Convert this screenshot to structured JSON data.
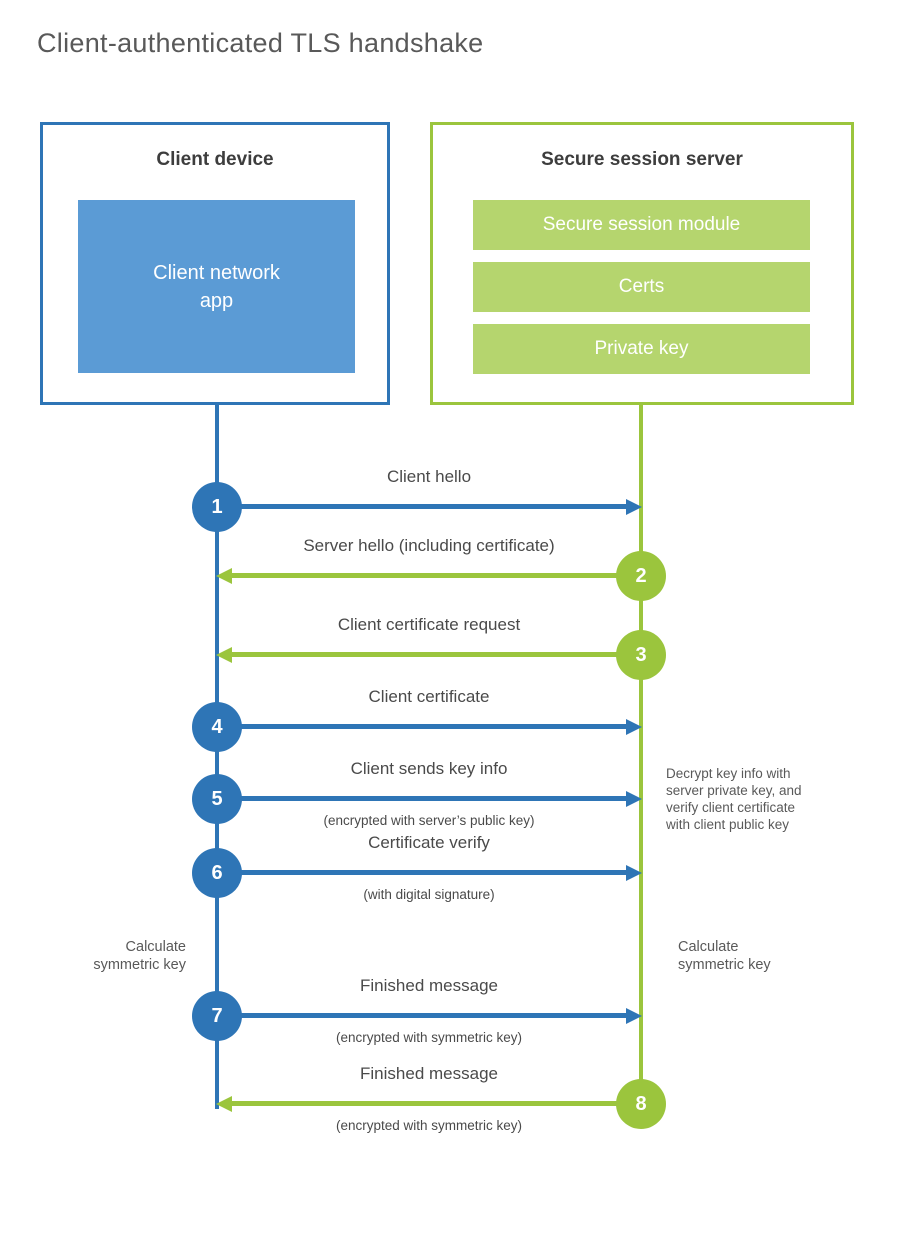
{
  "title": "Client-authenticated TLS handshake",
  "colors": {
    "blue": "#2E75B6",
    "blue_light": "#5B9BD5",
    "green": "#9BC53D",
    "green_light": "#B5D56E"
  },
  "client_box": {
    "title": "Client device",
    "app_lines": [
      "Client network",
      "app"
    ]
  },
  "server_box": {
    "title": "Secure session server",
    "modules": [
      "Secure session module",
      "Certs",
      "Private key"
    ]
  },
  "steps": [
    {
      "num": "1",
      "from": "client",
      "to": "server",
      "label": "Client hello",
      "sublabel": ""
    },
    {
      "num": "2",
      "from": "server",
      "to": "client",
      "label": "Server hello (including certificate)",
      "sublabel": ""
    },
    {
      "num": "3",
      "from": "server",
      "to": "client",
      "label": "Client certificate request",
      "sublabel": ""
    },
    {
      "num": "4",
      "from": "client",
      "to": "server",
      "label": "Client certificate",
      "sublabel": ""
    },
    {
      "num": "5",
      "from": "client",
      "to": "server",
      "label": "Client sends key info",
      "sublabel": "(encrypted with server’s public key)"
    },
    {
      "num": "6",
      "from": "client",
      "to": "server",
      "label": "Certificate verify",
      "sublabel": "(with digital signature)"
    },
    {
      "num": "7",
      "from": "client",
      "to": "server",
      "label": "Finished message",
      "sublabel": "(encrypted with symmetric key)"
    },
    {
      "num": "8",
      "from": "server",
      "to": "client",
      "label": "Finished message",
      "sublabel": "(encrypted with symmetric key)"
    }
  ],
  "notes": {
    "decrypt_lines": [
      "Decrypt key info with",
      "server private key, and",
      "verify client certificate",
      "with client public key"
    ],
    "calc_left_lines": [
      "Calculate",
      "symmetric key"
    ],
    "calc_right_lines": [
      "Calculate",
      "symmetric key"
    ]
  }
}
